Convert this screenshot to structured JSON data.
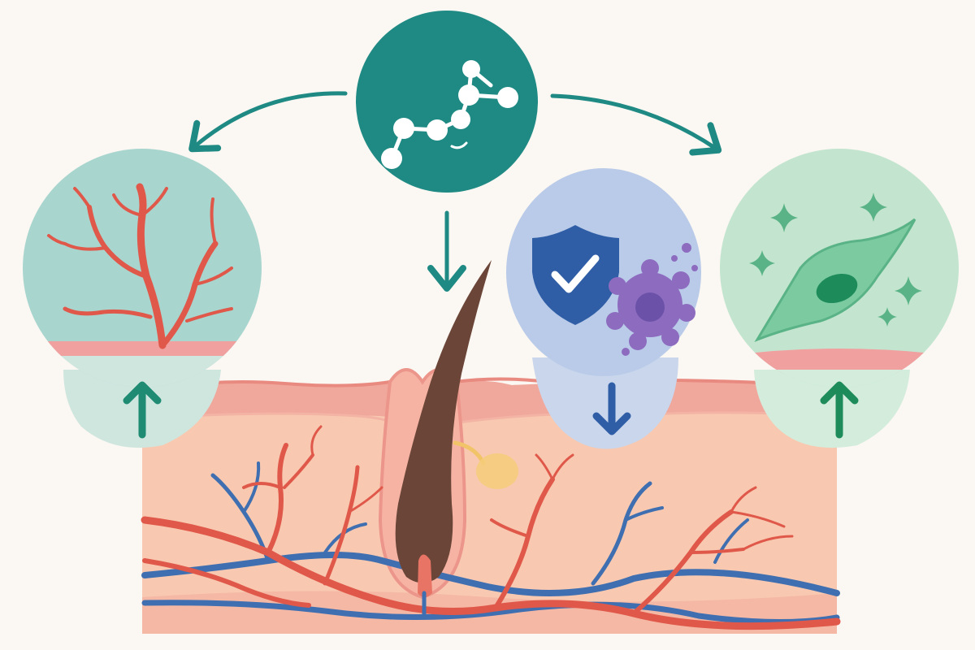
{
  "diagram": {
    "central_node": {
      "icon": "molecule-icon",
      "color": "#1f8a84"
    },
    "effects": [
      {
        "id": "blood-vessel",
        "icon": "blood-vessel-icon",
        "direction": "up",
        "color": "#1e8b72"
      },
      {
        "id": "antimicrobial",
        "icon": "shield-check-icon",
        "direction": "down",
        "color": "#2f5ea6"
      },
      {
        "id": "cell-regeneration",
        "icon": "cell-sparkle-icon",
        "direction": "up",
        "color": "#1e8b5a"
      }
    ],
    "flows": [
      {
        "from": "central_node",
        "to": "blood-vessel",
        "icon": "curved-arrow-left-icon"
      },
      {
        "from": "central_node",
        "to": "hair-follicle",
        "icon": "arrow-down-icon"
      },
      {
        "from": "central_node",
        "to": "cell-regeneration",
        "icon": "curved-arrow-right-icon"
      }
    ],
    "skin_section": {
      "icon": "skin-cross-section-icon",
      "elements": [
        "hair-follicle-icon",
        "sebaceous-gland-icon",
        "artery-icon",
        "vein-icon"
      ]
    },
    "colors": {
      "background": "#fbf7f2",
      "teal": "#1f8a84",
      "artery": "#e0584a",
      "vein": "#3f6fb0",
      "skin": "#f6c2a8",
      "epidermis": "#f3a59a",
      "hair": "#6b4638"
    }
  }
}
